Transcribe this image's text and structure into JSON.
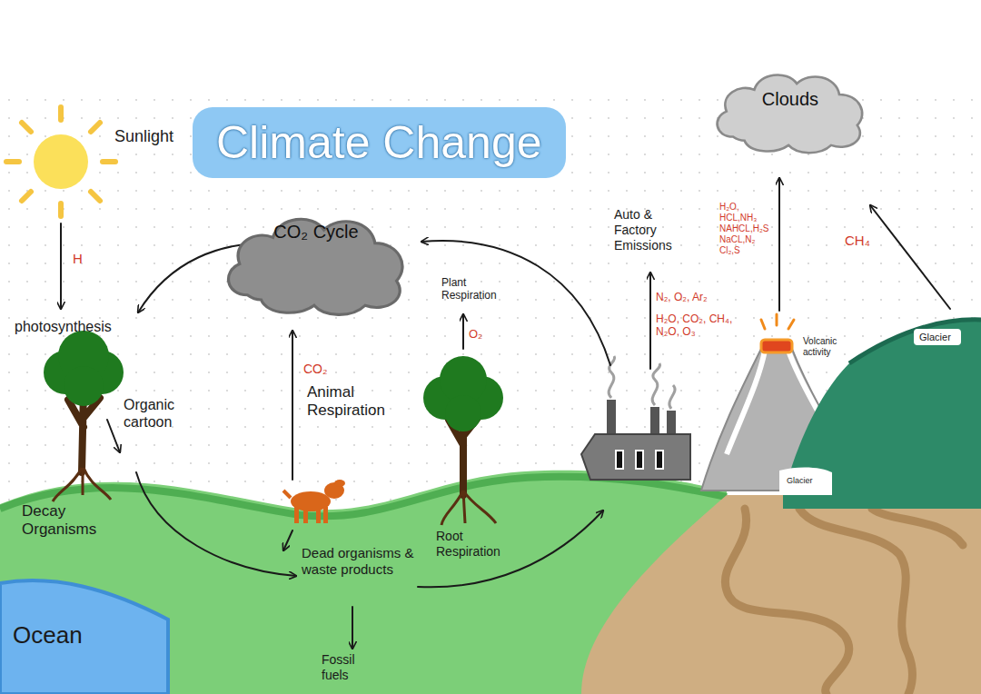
{
  "diagram": {
    "title": "Climate Change",
    "nodes": [
      {
        "text": [
          "CO₂ Cycle"
        ]
      },
      {
        "text": [
          "Clouds"
        ]
      }
    ],
    "labels": [
      "Sunlight",
      "H",
      "photosynthesis",
      "Organic cartoon",
      "Decay Organisms",
      "CO₂",
      "Animal Respiration",
      "Plant Respiration",
      "O₂",
      "Root Respiration",
      "Dead organisms & waste products",
      "Fossil fuels",
      "Auto & Factory Emissions",
      "N₂, O₂, Ar₂",
      "H₂O, CO₂, CH₄, N₂O, O₃",
      "H₂O, HCL,NH₃ NAHCL,H₂S NaCL,N₂ Cl₂,S",
      "CH₄",
      "Volcanic activity",
      "Glacier",
      "Glacier",
      "Ocean"
    ]
  }
}
